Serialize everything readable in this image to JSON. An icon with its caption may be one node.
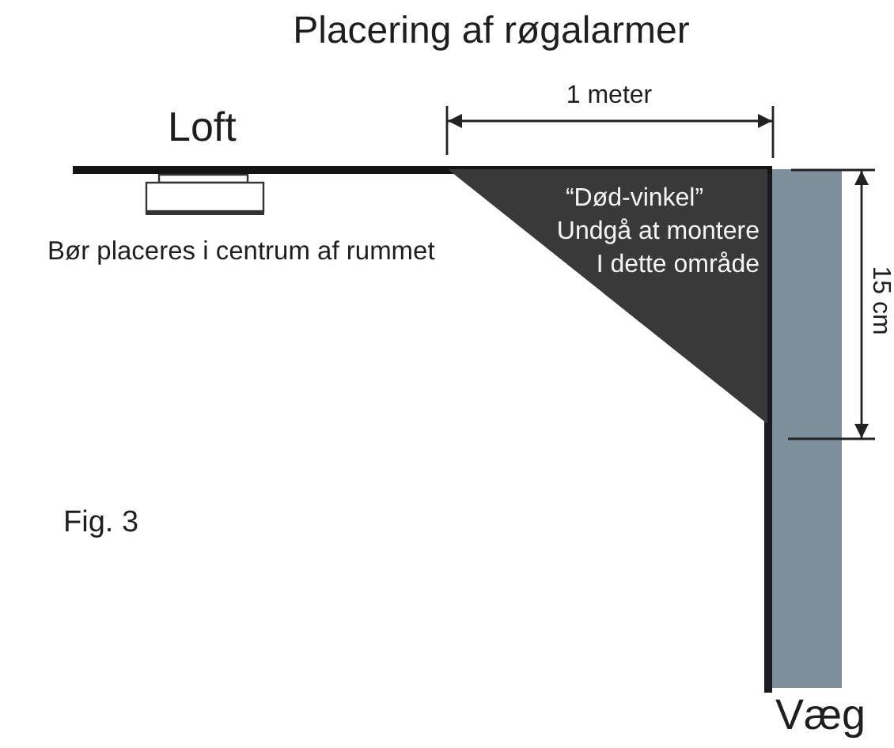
{
  "diagram": {
    "title": "Placering af røgalarmer",
    "nodes": [
      {
        "text": [
          "“Død-vinkel”",
          "Undgå at montere I dette område"
        ]
      }
    ],
    "labels": [
      "1 meter",
      "Loft",
      "Bør placeres i centrum af rummet",
      "15 cm",
      "Fig. 3",
      "Væg"
    ]
  }
}
